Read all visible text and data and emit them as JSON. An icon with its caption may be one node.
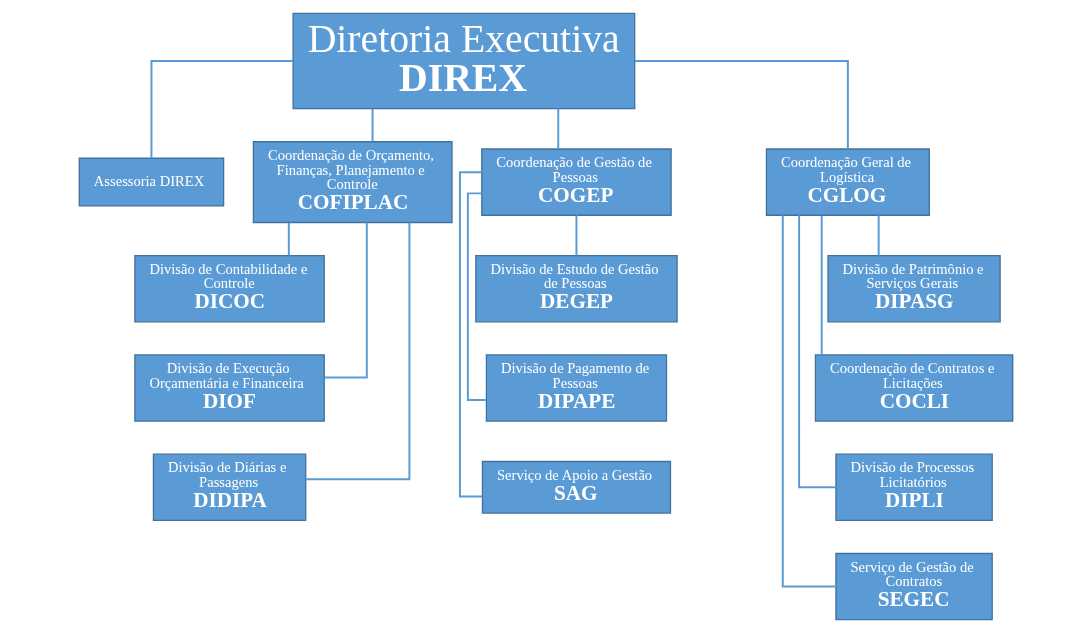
{
  "diagram": {
    "nodes": [
      {
        "text": [
          "Diretoria Executiva",
          "DIREX"
        ]
      },
      {
        "text": [
          "Assessoria DIREX"
        ]
      },
      {
        "text": [
          "Coordenação de Orçamento, Finanças, Planejamento e Controle",
          "COFIPLAC"
        ]
      },
      {
        "text": [
          "Divisão de Contabilidade e Controle",
          "DICOC"
        ]
      },
      {
        "text": [
          "Divisão de Execução Orçamentária e Financeira",
          "DIOF"
        ]
      },
      {
        "text": [
          "Divisão de Diárias e Passagens",
          "DIDIPA"
        ]
      },
      {
        "text": [
          "Coordenação de Gestão de Pessoas",
          "COGEP"
        ]
      },
      {
        "text": [
          "Divisão de Estudo de Gestão de Pessoas",
          "DEGEP"
        ]
      },
      {
        "text": [
          "Divisão de Pagamento de Pessoas",
          "DIPAPE"
        ]
      },
      {
        "text": [
          "Serviço de Apoio a Gestão",
          "SAG"
        ]
      },
      {
        "text": [
          "Coordenação Geral de Logística",
          "CGLOG"
        ]
      },
      {
        "text": [
          "Divisão de Patrimônio e Serviços Gerais",
          "DIPASG"
        ]
      },
      {
        "text": [
          "Coordenação de Contratos e Licitações",
          "COCLI"
        ]
      },
      {
        "text": [
          "Divisão de Processos Licitatórios",
          "DIPLI"
        ]
      },
      {
        "text": [
          "Serviço de Gestão de Contratos",
          "SEGEC"
        ]
      }
    ],
    "edges": [
      {
        "from": 0,
        "to": 1,
        "arrow": "none"
      },
      {
        "from": 0,
        "to": 2,
        "arrow": "none"
      },
      {
        "from": 0,
        "to": 6,
        "arrow": "none"
      },
      {
        "from": 0,
        "to": 10,
        "arrow": "none"
      },
      {
        "from": 2,
        "to": 3,
        "arrow": "none"
      },
      {
        "from": 2,
        "to": 4,
        "arrow": "none"
      },
      {
        "from": 2,
        "to": 5,
        "arrow": "none"
      },
      {
        "from": 6,
        "to": 7,
        "arrow": "none"
      },
      {
        "from": 6,
        "to": 8,
        "arrow": "none"
      },
      {
        "from": 6,
        "to": 9,
        "arrow": "none"
      },
      {
        "from": 10,
        "to": 11,
        "arrow": "none"
      },
      {
        "from": 10,
        "to": 12,
        "arrow": "none"
      },
      {
        "from": 10,
        "to": 13,
        "arrow": "none"
      },
      {
        "from": 10,
        "to": 14,
        "arrow": "none"
      }
    ]
  }
}
